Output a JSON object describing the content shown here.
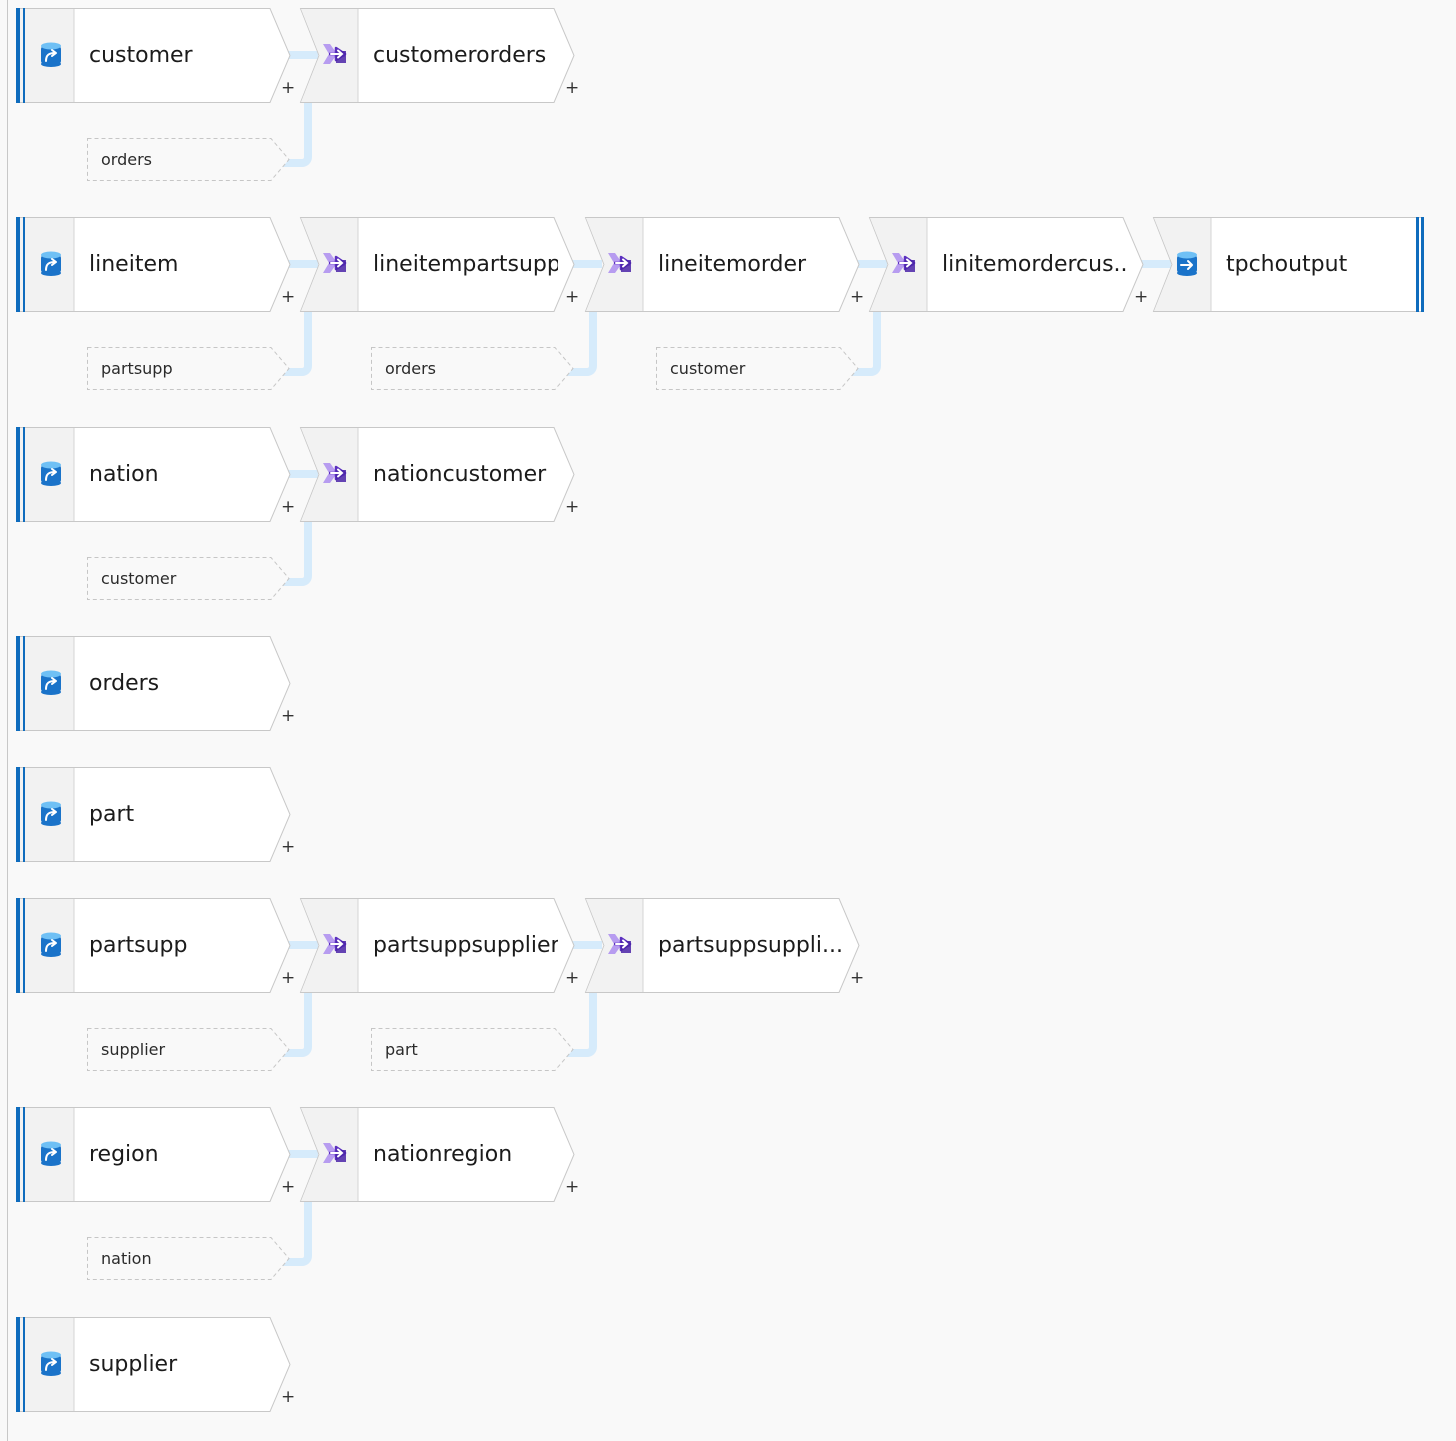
{
  "colors": {
    "accent_bar": "#0f6cbd",
    "node_border": "#c8c8c8",
    "icon_bg": "#f2f2f2",
    "link": "#d6ebfb",
    "join_icon": "#7a4fd0",
    "source_icon": "#1a73c9"
  },
  "streams": [
    {
      "nodes": [
        {
          "type": "source",
          "icon": "source-icon",
          "label": "customer"
        },
        {
          "type": "join",
          "icon": "join-icon",
          "label": "customerorders"
        }
      ],
      "refs": [
        "orders"
      ]
    },
    {
      "nodes": [
        {
          "type": "source",
          "icon": "source-icon",
          "label": "lineitem"
        },
        {
          "type": "join",
          "icon": "join-icon",
          "label": "lineitempartsupp"
        },
        {
          "type": "join",
          "icon": "join-icon",
          "label": "lineitemorder"
        },
        {
          "type": "join",
          "icon": "join-icon",
          "label": "linitemordercus..."
        },
        {
          "type": "sink",
          "icon": "sink-icon",
          "label": "tpchoutput"
        }
      ],
      "refs": [
        "partsupp",
        "orders",
        "customer"
      ]
    },
    {
      "nodes": [
        {
          "type": "source",
          "icon": "source-icon",
          "label": "nation"
        },
        {
          "type": "join",
          "icon": "join-icon",
          "label": "nationcustomer"
        }
      ],
      "refs": [
        "customer"
      ]
    },
    {
      "nodes": [
        {
          "type": "source",
          "icon": "source-icon",
          "label": "orders"
        }
      ],
      "refs": []
    },
    {
      "nodes": [
        {
          "type": "source",
          "icon": "source-icon",
          "label": "part"
        }
      ],
      "refs": []
    },
    {
      "nodes": [
        {
          "type": "source",
          "icon": "source-icon",
          "label": "partsupp"
        },
        {
          "type": "join",
          "icon": "join-icon",
          "label": "partsuppsupplier"
        },
        {
          "type": "join",
          "icon": "join-icon",
          "label": "partsuppsuppli..."
        }
      ],
      "refs": [
        "supplier",
        "part"
      ]
    },
    {
      "nodes": [
        {
          "type": "source",
          "icon": "source-icon",
          "label": "region"
        },
        {
          "type": "join",
          "icon": "join-icon",
          "label": "nationregion"
        }
      ],
      "refs": [
        "nation"
      ]
    },
    {
      "nodes": [
        {
          "type": "source",
          "icon": "source-icon",
          "label": "supplier"
        }
      ],
      "refs": []
    }
  ],
  "add_symbol": "+"
}
